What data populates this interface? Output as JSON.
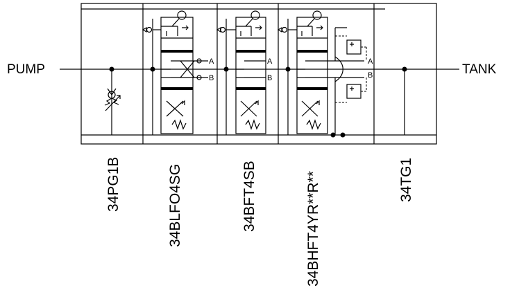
{
  "diagram": {
    "left_label": "PUMP",
    "right_label": "TANK",
    "port_a": "A",
    "port_b": "B",
    "modules": [
      {
        "code": "34PG1B"
      },
      {
        "code": "34BLFO4SG"
      },
      {
        "code": "34BFT4SB"
      },
      {
        "code": "34BHFT4YR**R**"
      },
      {
        "code": "34TG1"
      }
    ]
  }
}
